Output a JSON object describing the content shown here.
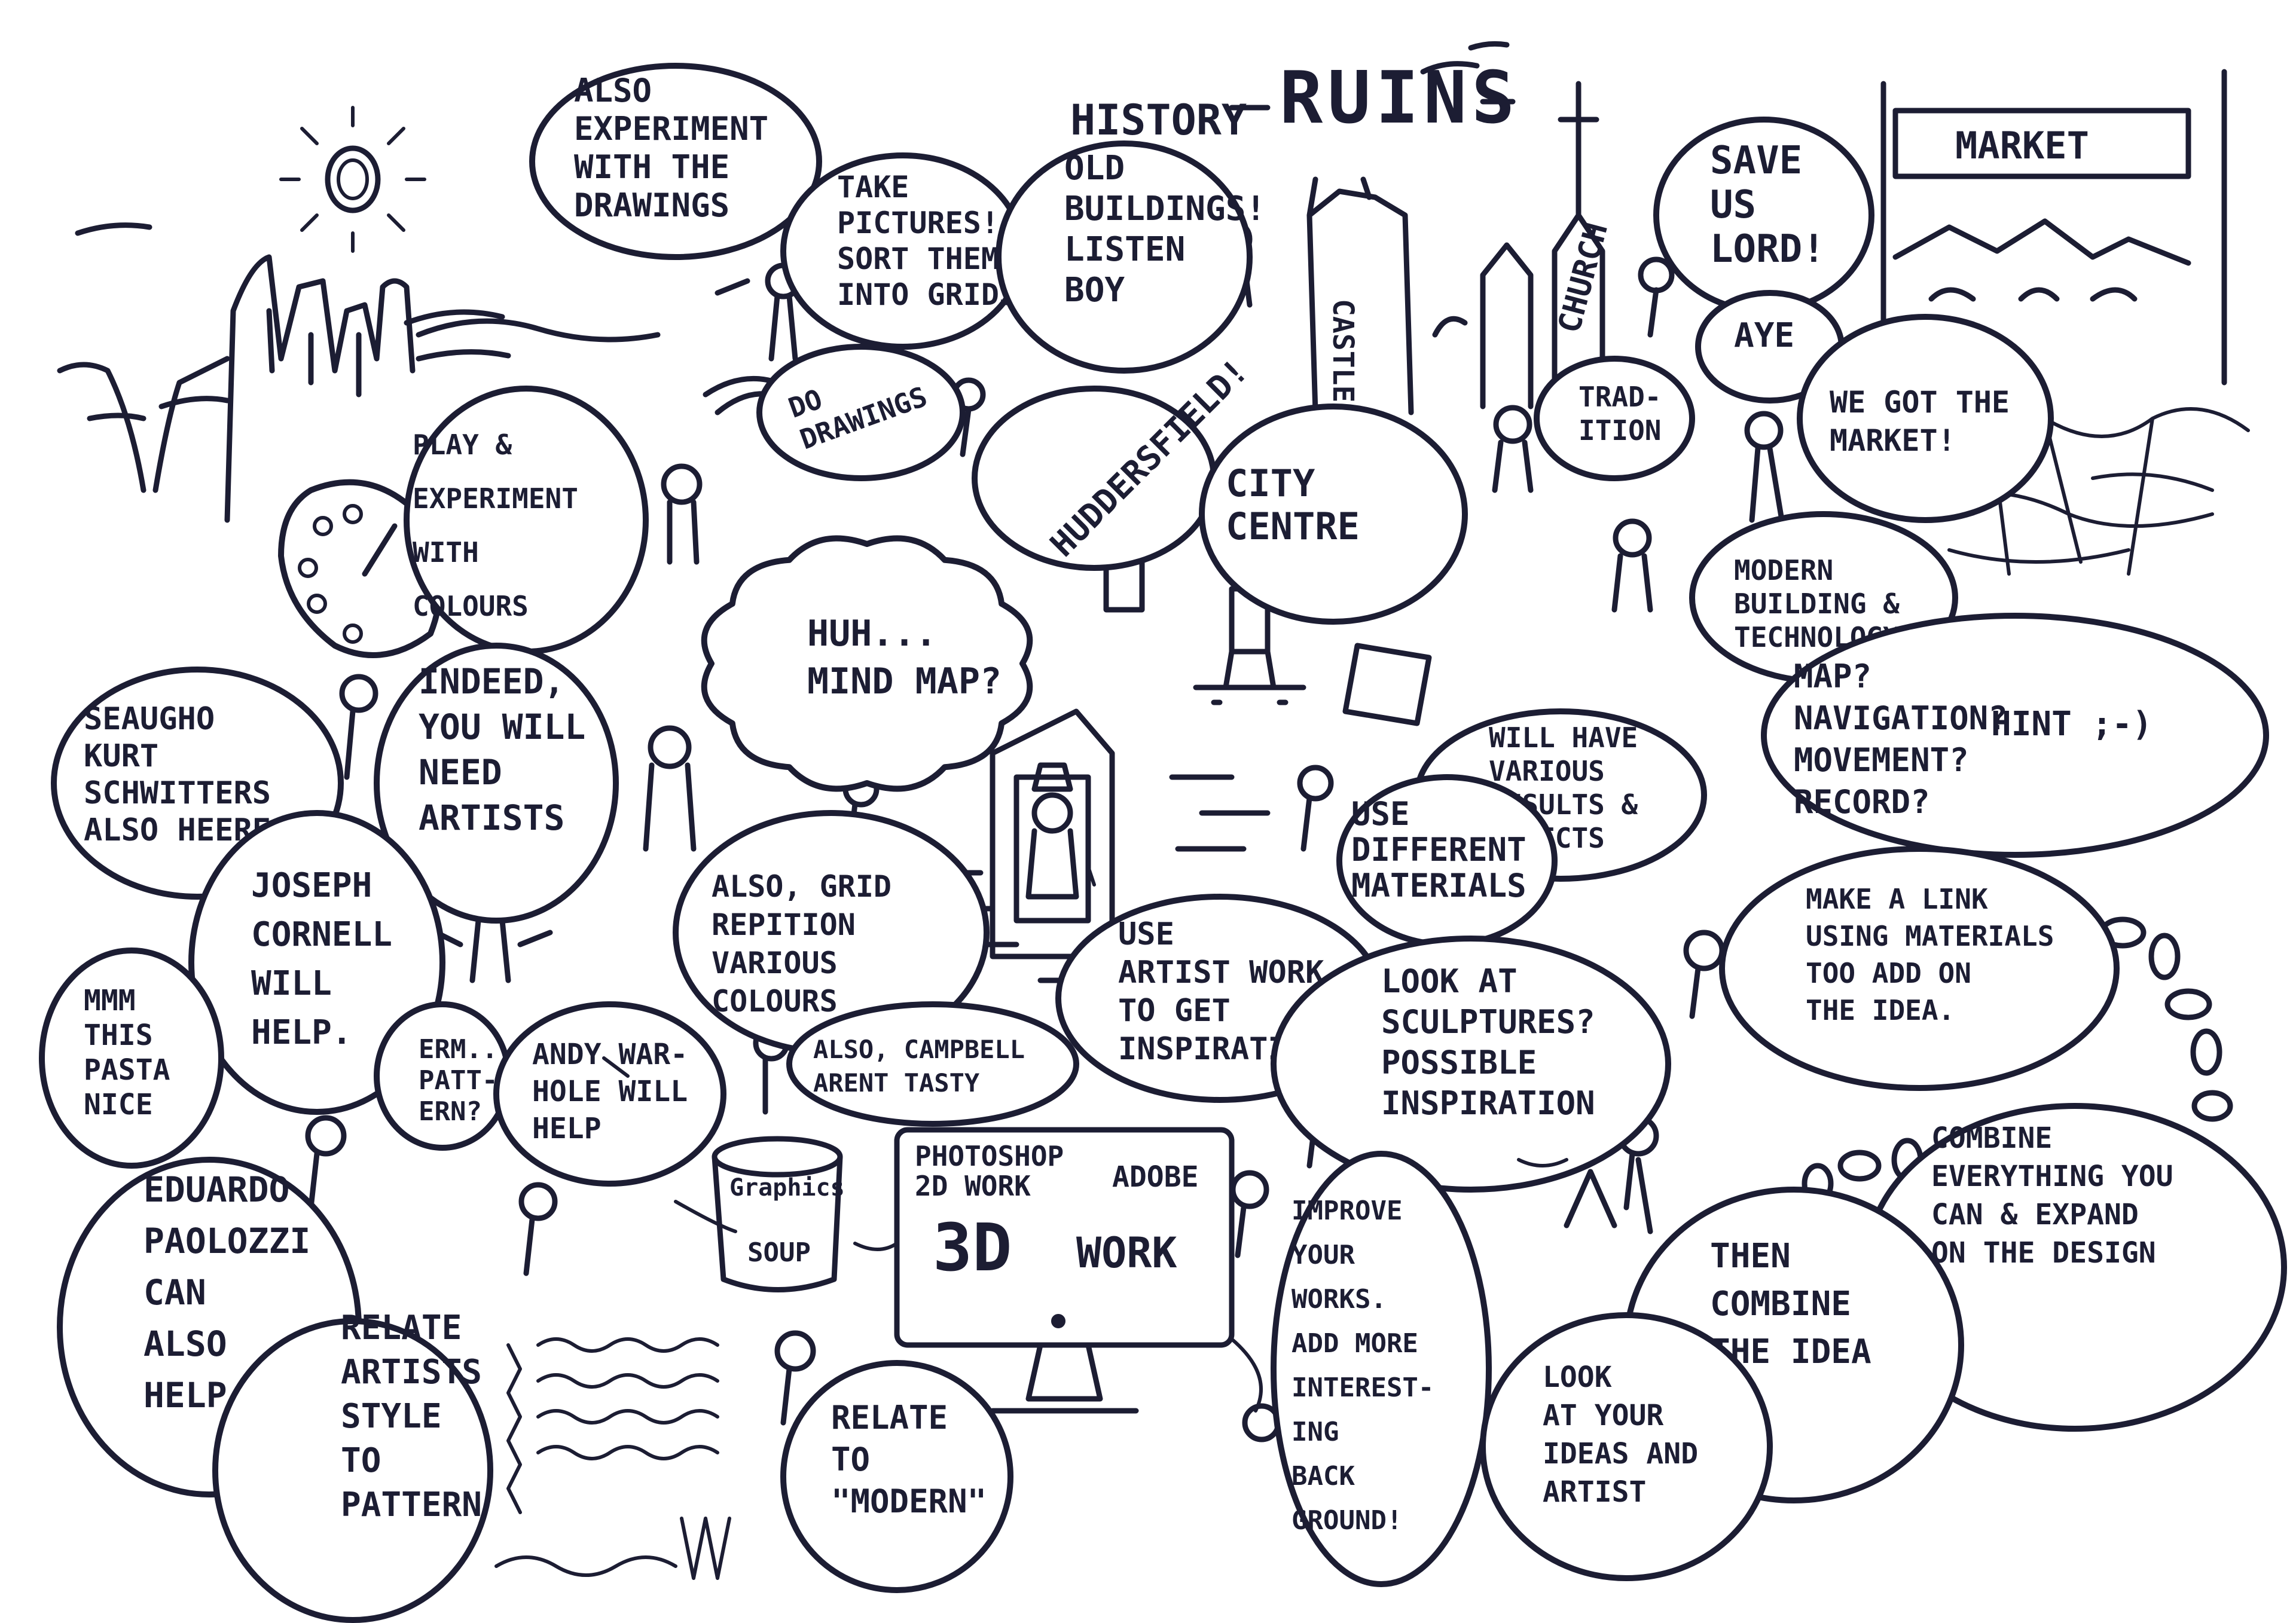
{
  "colors": {
    "ink": "#1c1d33",
    "paper": "#ffffff"
  },
  "header": {
    "history": "HISTORY",
    "ruins": "RUINS",
    "market_sign": "MARKET",
    "church_label": "CHURCH",
    "castle_label": "CASTLE"
  },
  "bubbles": [
    {
      "id": "experiment-drawings",
      "lines": [
        "ALSO",
        "EXPERIMENT",
        "WITH THE",
        "DRAWINGS"
      ]
    },
    {
      "id": "take-pictures",
      "lines": [
        "TAKE",
        "PICTURES!",
        "SORT THEM",
        "INTO GRIDS"
      ]
    },
    {
      "id": "old-buildings",
      "lines": [
        "OLD",
        "BUILDINGS!",
        "LISTEN",
        "BOY"
      ]
    },
    {
      "id": "save-us",
      "lines": [
        "SAVE",
        "US",
        "LORD!"
      ]
    },
    {
      "id": "do-drawings",
      "lines": [
        "DO",
        "DRAWINGS"
      ]
    },
    {
      "id": "huddersfield",
      "lines": [
        "HUDDERSFIELD!"
      ]
    },
    {
      "id": "city-centre",
      "lines": [
        "CITY",
        "CENTRE"
      ]
    },
    {
      "id": "tradition",
      "lines": [
        "TRAD-",
        "ITION"
      ]
    },
    {
      "id": "aye",
      "lines": [
        "AYE"
      ]
    },
    {
      "id": "market-got",
      "lines": [
        "WE GOT THE",
        "MARKET!"
      ]
    },
    {
      "id": "play-colours",
      "lines": [
        "PLAY &",
        "EXPERIMENT",
        "WITH",
        "COLOURS"
      ]
    },
    {
      "id": "modern-building",
      "lines": [
        "MODERN",
        "BUILDING &",
        "TECHNOLOGY"
      ]
    },
    {
      "id": "huh-mind-map",
      "lines": [
        "HUH...",
        "MIND MAP?"
      ]
    },
    {
      "id": "kurt",
      "lines": [
        "SEAUGHO",
        "KURT",
        "SCHWITTERS",
        "ALSO HEERE!"
      ]
    },
    {
      "id": "indeed-artists",
      "lines": [
        "INDEED,",
        "YOU WILL",
        "NEED",
        "ARTISTS"
      ]
    },
    {
      "id": "map-navigation",
      "lines": [
        "MAP?",
        "NAVIGATION?",
        "MOVEMENT?",
        "RECORD?"
      ],
      "extra": "HINT ;-)"
    },
    {
      "id": "various-results",
      "lines": [
        "WILL HAVE",
        "VARIOUS",
        "RESULTS &",
        "EFFECTS"
      ]
    },
    {
      "id": "use-materials",
      "lines": [
        "USE",
        "DIFFERENT",
        "MATERIALS"
      ]
    },
    {
      "id": "joseph-cornell",
      "lines": [
        "JOSEPH",
        "CORNELL",
        "WILL",
        "HELP."
      ]
    },
    {
      "id": "grid-repition",
      "lines": [
        "ALSO, GRID",
        "REPITION",
        "VARIOUS",
        "COLOURS"
      ]
    },
    {
      "id": "artist-work",
      "lines": [
        "USE",
        "ARTIST WORK",
        "TO GET",
        "INSPIRATION"
      ]
    },
    {
      "id": "sculptures",
      "lines": [
        "LOOK AT",
        "SCULPTURES?",
        "POSSIBLE",
        "INSPIRATION"
      ]
    },
    {
      "id": "make-link",
      "lines": [
        "MAKE A LINK",
        "USING MATERIALS",
        "TOO ADD ON",
        "THE IDEA."
      ]
    },
    {
      "id": "pasta",
      "lines": [
        "MMM",
        "THIS",
        "PASTA",
        "NICE"
      ]
    },
    {
      "id": "erm-pattern",
      "lines": [
        "ERM...",
        "PATT-",
        "ERN?"
      ]
    },
    {
      "id": "andy-warhole",
      "lines": [
        "ANDY WAR-",
        "HOLE WILL",
        "HELP"
      ]
    },
    {
      "id": "campbell",
      "lines": [
        "ALSO, CAMPBELL",
        "ARENT TASTY"
      ]
    },
    {
      "id": "combine-everything",
      "lines": [
        "COMBINE",
        "EVERYTHING YOU",
        "CAN & EXPAND",
        "ON THE DESIGN"
      ]
    },
    {
      "id": "paolozzi",
      "lines": [
        "EDUARDO",
        "PAOLOZZI",
        "CAN",
        "ALSO",
        "HELP"
      ]
    },
    {
      "id": "relate-style",
      "lines": [
        "RELATE",
        "ARTISTS",
        "STYLE",
        "TO",
        "PATTERN"
      ]
    },
    {
      "id": "improve-works",
      "lines": [
        "IMPROVE",
        "YOUR",
        "WORKS.",
        "ADD MORE",
        "INTEREST-",
        "ING",
        "BACK",
        "GROUND!"
      ]
    },
    {
      "id": "then-combine",
      "lines": [
        "THEN",
        "COMBINE",
        "THE IDEA"
      ]
    },
    {
      "id": "look-ideas",
      "lines": [
        "LOOK",
        "AT YOUR",
        "IDEAS AND",
        "ARTIST"
      ]
    },
    {
      "id": "relate-modern",
      "lines": [
        "RELATE",
        "TO",
        "\"MODERN\""
      ]
    }
  ],
  "computer": {
    "line1": "PHOTOSHOP",
    "line2": "2D WORK",
    "adobe": "ADOBE",
    "threed": "3D",
    "work": "WORK"
  },
  "soup_can": {
    "brand": "Graphics",
    "label": "SOUP"
  },
  "icons": [
    "sun-icon",
    "camera-icon",
    "palette-icon",
    "skateboard-icon",
    "soup-can-icon",
    "computer-icon",
    "chain-icon",
    "map-icon",
    "pen-icon"
  ]
}
